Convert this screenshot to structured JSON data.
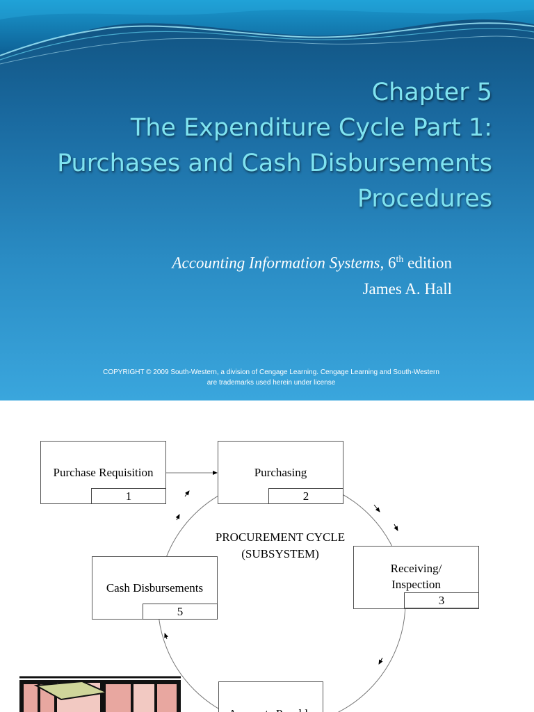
{
  "slide1": {
    "title_lines": [
      "Chapter 5",
      "The Expenditure Cycle Part 1:",
      "Purchases and Cash Disbursements",
      "Procedures"
    ],
    "book_title": "Accounting Information Systems,",
    "edition_number": "6",
    "edition_suffix": "th",
    "edition_word": "edition",
    "author": "James A. Hall",
    "copyright_line1": "COPYRIGHT © 2009 South-Western, a division of Cengage Learning. Cengage Learning and South-Western",
    "copyright_line2": "are trademarks used herein under license",
    "colors": {
      "title": "#7fe3f0",
      "background_top": "#0f4f7c",
      "background_bottom": "#3aa6dd"
    }
  },
  "slide2": {
    "center_label_line1": "PROCUREMENT CYCLE",
    "center_label_line2": "(SUBSYSTEM)",
    "boxes": {
      "purchase_requisition": {
        "label": "Purchase Requisition",
        "number": "1"
      },
      "purchasing": {
        "label": "Purchasing",
        "number": "2"
      },
      "receiving_line1": "Receiving/",
      "receiving_line2": "Inspection",
      "receiving_number": "3",
      "cash_disbursements": {
        "label": "Cash Disbursements",
        "number": "5"
      },
      "accounts_payable": {
        "label": "Accounts Payable"
      }
    }
  }
}
